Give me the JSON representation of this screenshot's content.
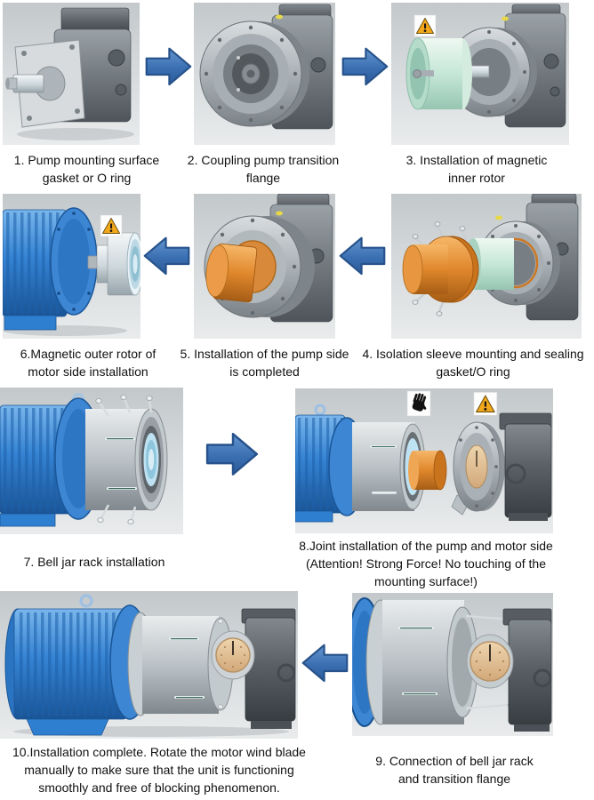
{
  "document": {
    "type": "pump-assembly-instruction-diagram",
    "background": "#ffffff",
    "text_color": "#111111"
  },
  "colors": {
    "arrow_fill": "#3a6fb2",
    "arrow_stroke": "#27528b",
    "panel_bg_top": "#c3c8cb",
    "panel_bg_bottom": "#e9ebec",
    "motor_blue": "#2f7fd0",
    "pump_gray": "#767d83",
    "pump_dark": "#5a6066",
    "rotor_green": "#c6e7d8",
    "cap_orange": "#e0872c",
    "bell_gray": "#b6bdc2",
    "gauge_tan": "#d9b288",
    "warning_yellow": "#f3a81b"
  },
  "icons": {
    "warning": "warning-triangle",
    "hand": "no-touch-hand"
  },
  "arrows": [
    {
      "from": 1,
      "to": 2,
      "direction": "right"
    },
    {
      "from": 2,
      "to": 3,
      "direction": "right"
    },
    {
      "from": 5,
      "to": 6,
      "direction": "left"
    },
    {
      "from": 4,
      "to": 5,
      "direction": "left"
    },
    {
      "from": 7,
      "to": 8,
      "direction": "right"
    },
    {
      "from": 9,
      "to": 10,
      "direction": "left"
    }
  ],
  "steps": {
    "step1": {
      "lines": [
        "1. Pump mounting surface",
        "gasket or O ring"
      ]
    },
    "step2": {
      "lines": [
        "2. Coupling pump transition",
        "flange"
      ]
    },
    "step3": {
      "lines": [
        "3. Installation of magnetic",
        "inner rotor"
      ]
    },
    "step4": {
      "lines": [
        "4. Isolation sleeve mounting and sealing",
        "gasket/O ring"
      ]
    },
    "step5": {
      "lines": [
        "5. Installation of the pump side",
        "is completed"
      ]
    },
    "step6": {
      "lines": [
        "6.Magnetic outer rotor of",
        "motor side installation"
      ]
    },
    "step7": {
      "lines": [
        "7. Bell jar rack installation"
      ]
    },
    "step8": {
      "lines": [
        "8.Joint installation of the pump and motor side",
        "(Attention! Strong Force! No touching of the",
        "mounting surface!)"
      ]
    },
    "step9": {
      "lines": [
        "9. Connection of bell jar rack",
        "and transition flange"
      ]
    },
    "step10": {
      "lines": [
        "10.Installation complete. Rotate the motor wind blade",
        "manually to make sure that the unit is functioning",
        "smoothly and free of blocking phenomenon."
      ]
    }
  }
}
